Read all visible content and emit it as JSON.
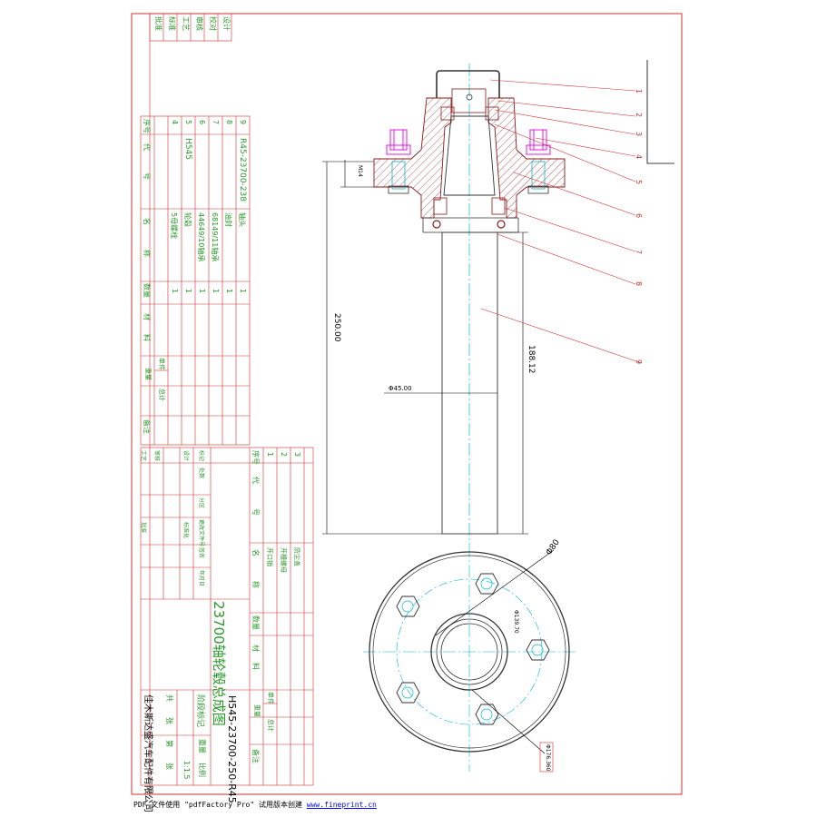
{
  "footer": {
    "prefix": "PDF 文件使用 \"pdfFactory Pro\" 试用版本创建",
    "link": "www.fineprint.cn"
  },
  "drawing": {
    "title": "23700轴轮毂总成图",
    "drawing_number": "H545-23700-250-R45",
    "company": "佳木斯达盛汽车配件有限公司",
    "scale": "1:1.5",
    "scale_label": "比例",
    "weight_label": "重量",
    "mark_label": "阶段标记",
    "sheets": [
      "共",
      "张",
      "第",
      "张"
    ]
  },
  "revision_block": [
    "设计",
    "校对",
    "审核",
    "工艺",
    "标准",
    "批准"
  ],
  "signature_block": [
    "标记",
    "处数",
    "分区",
    "更改文件号",
    "签名",
    "年月日",
    "设计",
    "标准化",
    "审核",
    "工艺",
    "批准"
  ],
  "bom_upper": {
    "headers": [
      "序号",
      "代",
      "号",
      "名",
      "称",
      "数量",
      "材",
      "料",
      "单件",
      "总计",
      "重量",
      "备注"
    ],
    "rows": [
      {
        "no": "9",
        "code": "R45-23700-238",
        "name": "轴头",
        "qty": "1"
      },
      {
        "no": "8",
        "code": "",
        "name": "油封",
        "qty": "1"
      },
      {
        "no": "7",
        "code": "",
        "name": "68149/11轴承",
        "qty": "1"
      },
      {
        "no": "6",
        "code": "",
        "name": "44649/10轴承",
        "qty": "1"
      },
      {
        "no": "5",
        "code": "H545",
        "name": "轮毂",
        "qty": "1"
      },
      {
        "no": "4",
        "code": "",
        "name": "5母螺栓",
        "qty": "1"
      }
    ]
  },
  "bom_lower": {
    "headers": [
      "序号",
      "代",
      "号",
      "名",
      "称",
      "数量",
      "材",
      "料",
      "单件",
      "总计",
      "重量",
      "备注"
    ],
    "rows": [
      {
        "no": "1",
        "name": "开口销"
      },
      {
        "no": "2",
        "name": "开槽螺母"
      },
      {
        "no": "3",
        "name": "防尘盖"
      }
    ]
  },
  "dimensions": {
    "overall_length": "250.00",
    "shaft_length": "188.12",
    "shaft_diameter": "Φ45.00",
    "bolt_circle": "Φ139.70",
    "flange_diameter": "Φ176.360",
    "hub_diameter": "Φ80",
    "flange_thickness": "M14"
  },
  "callouts": [
    "1",
    "2",
    "3",
    "4",
    "5",
    "6",
    "7",
    "8",
    "9"
  ],
  "colors": {
    "border": "#d03030",
    "drawing": "#8b1a1a",
    "center_line": "#00b8d0",
    "bolt": "#e000e0",
    "text_green": "#2a9a2a",
    "dim": "#000000"
  }
}
